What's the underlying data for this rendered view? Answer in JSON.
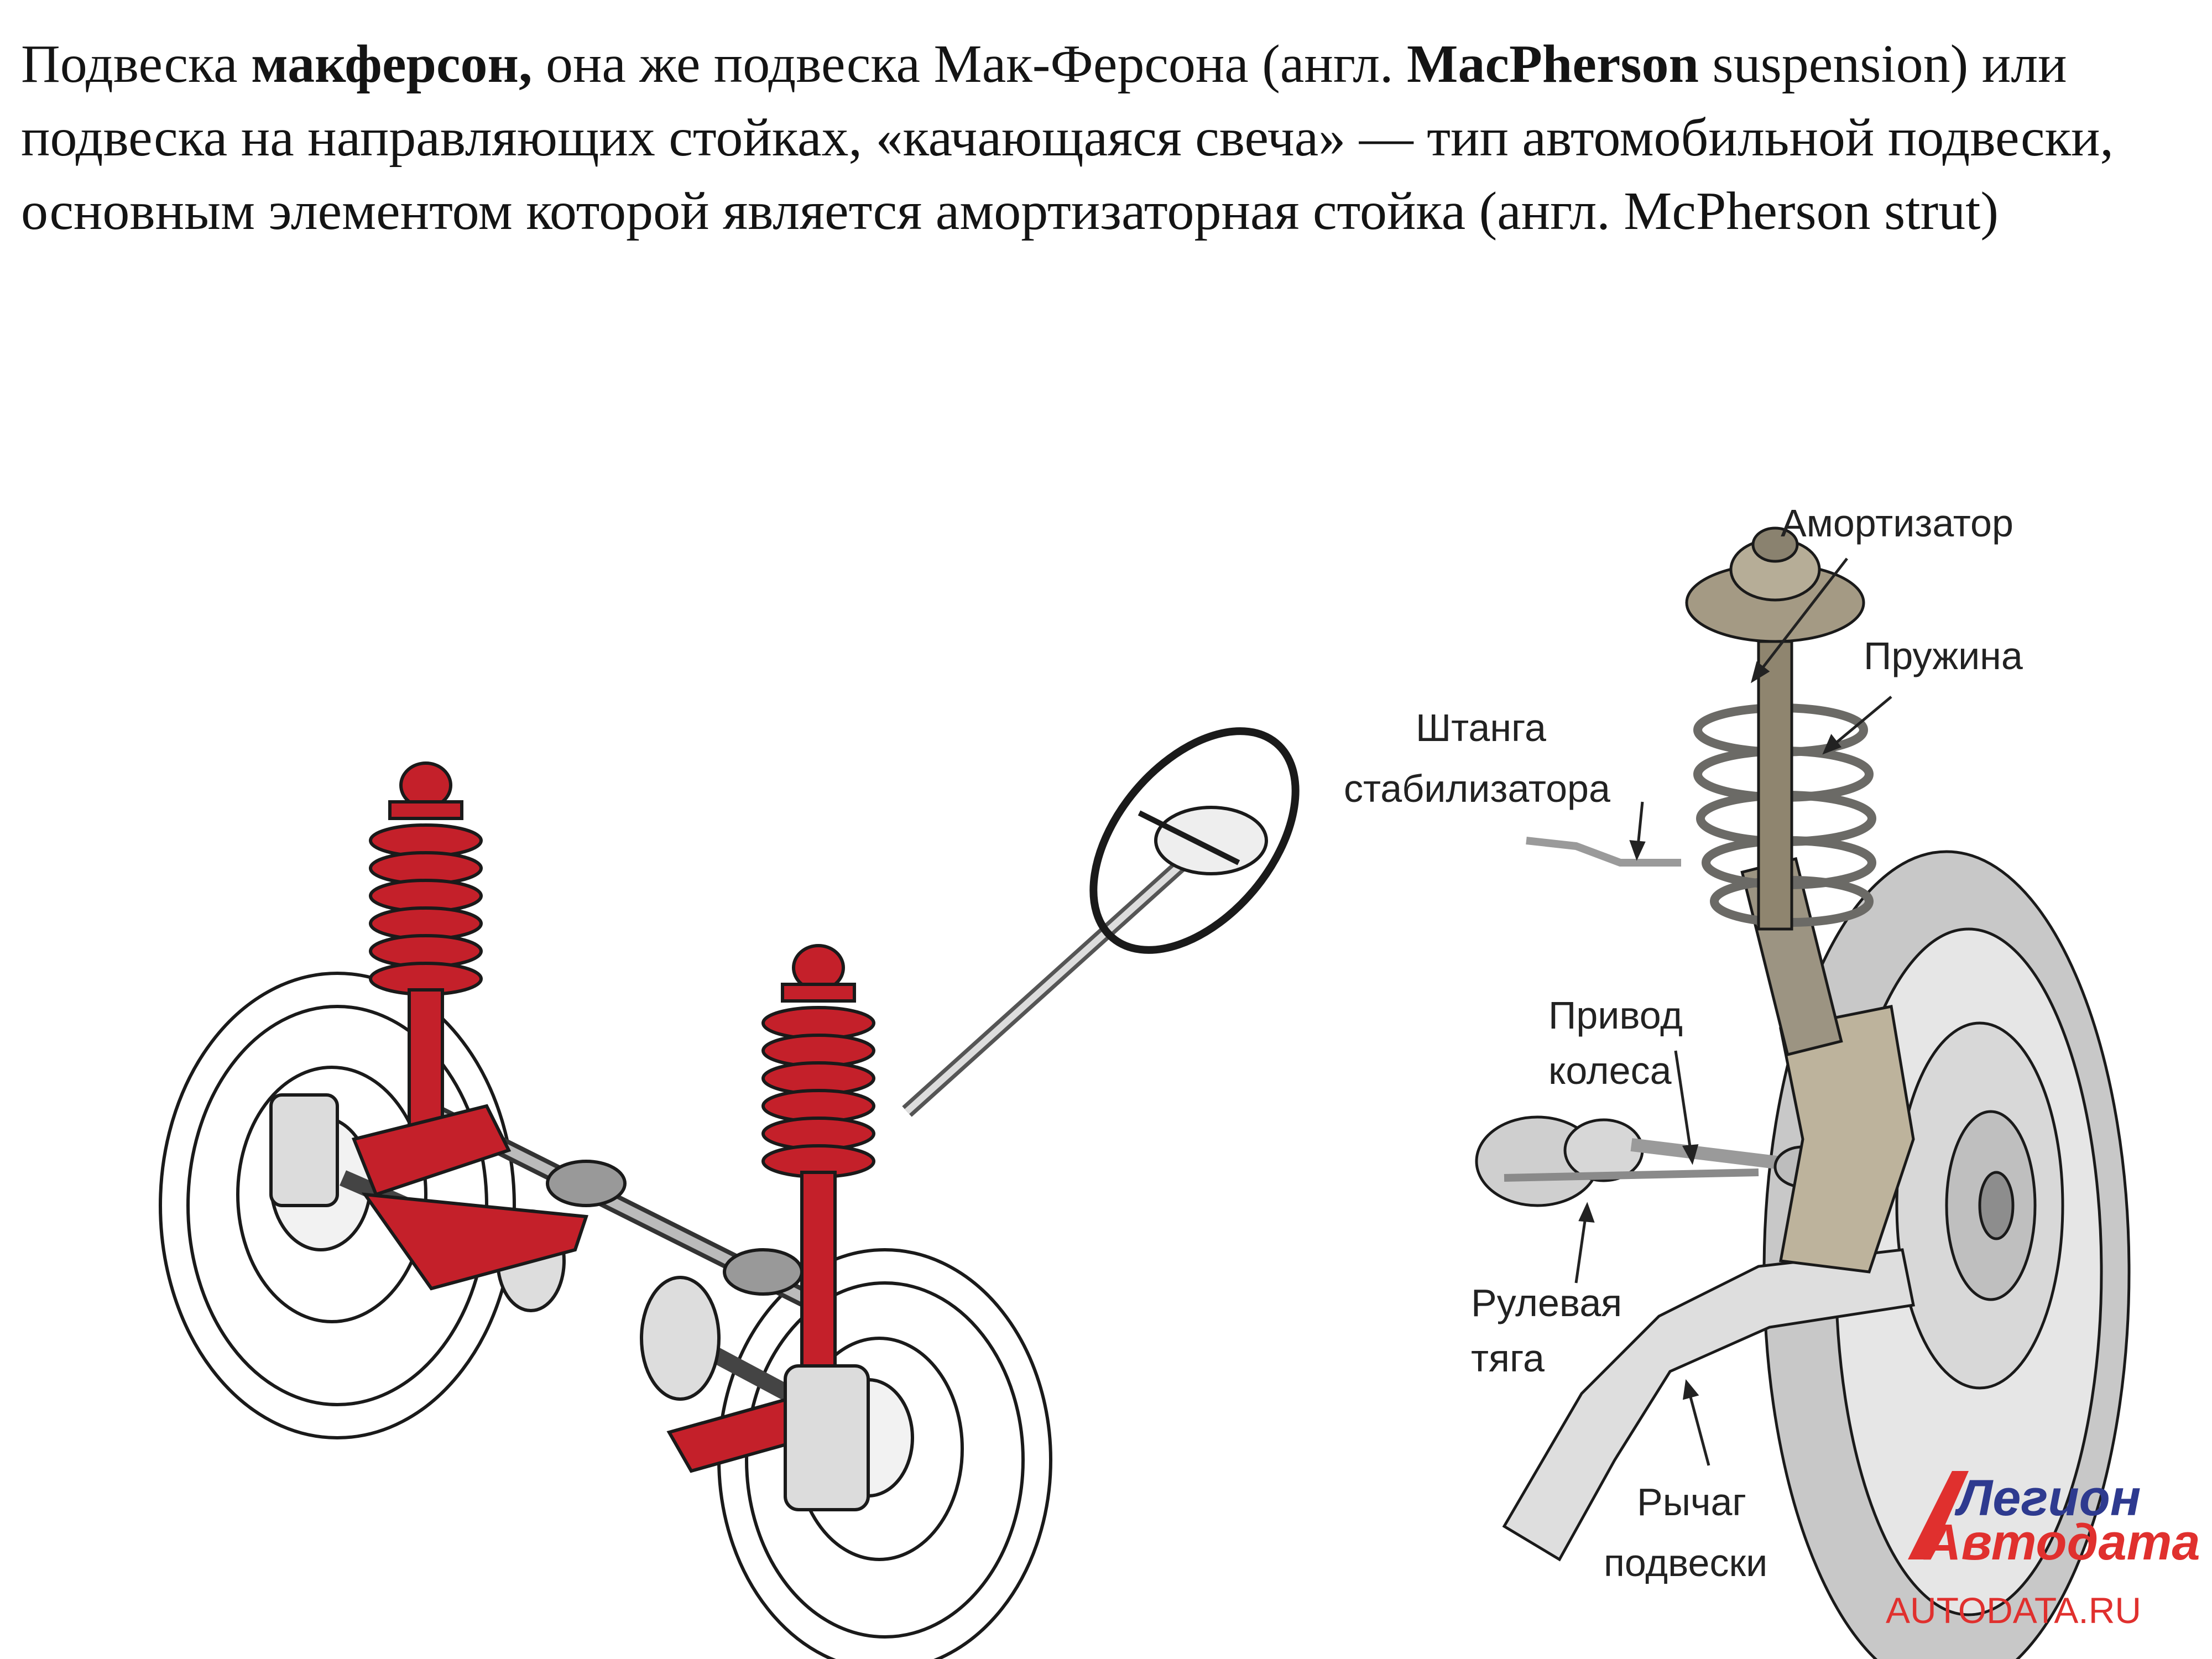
{
  "intro": {
    "p1": "Подвеска ",
    "b1": "макферсон,",
    "p2": " она же подвеска Мак-Ферсона (англ. ",
    "b2": "MacPherson",
    "p3": " suspension) или подвеска на направляющих стойках, «качающаяся свеча» — тип автомобильной подвески, основным элементом которой является амортизаторная стойка (англ. McPherson strut)"
  },
  "labels": {
    "shock": "Амортизатор",
    "spring": "Пружина",
    "stab_line1": "Штанга",
    "stab_line2": "стабилизатора",
    "drive_line1": "Привод",
    "drive_line2": "колеса",
    "tie_line1": "Рулевая",
    "tie_line2": "тяга",
    "arm_line1": "Рычаг",
    "arm_line2": "подвески"
  },
  "watermark": {
    "line1": "Легион",
    "line2": "Автодата",
    "line3": "AUTODATA.RU"
  },
  "colors": {
    "strut_red": "#c4202a",
    "outline": "#1a1a1a",
    "brand_blue": "#2e3a8f",
    "brand_red": "#e0302e"
  }
}
